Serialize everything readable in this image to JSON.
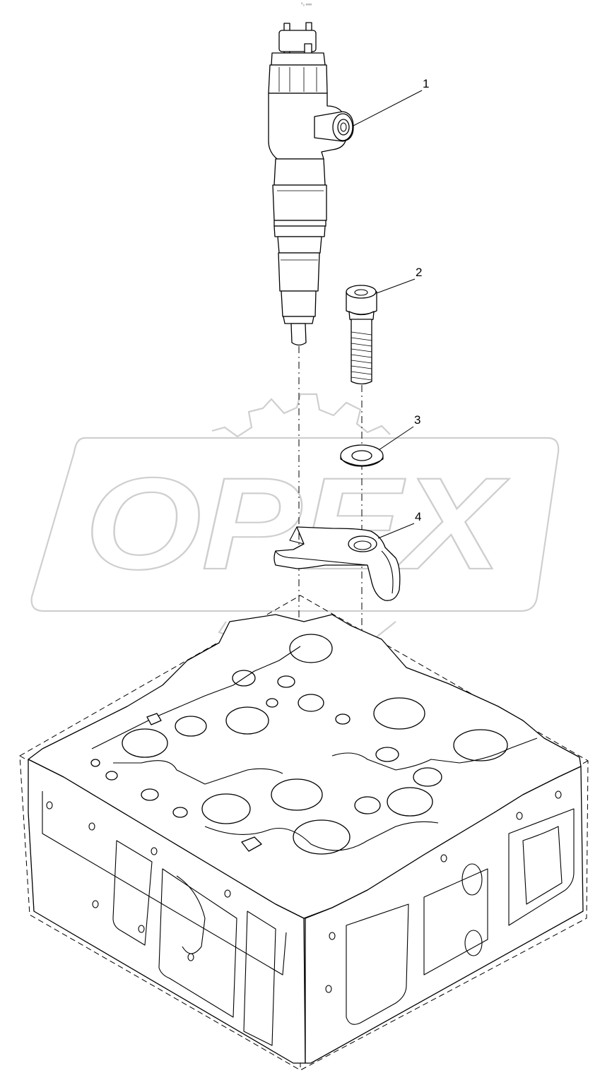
{
  "header": {
    "mark": "⁰₀ ∞∞"
  },
  "watermark": {
    "text": "OPEX"
  },
  "callouts": [
    {
      "id": "1",
      "label": "1"
    },
    {
      "id": "2",
      "label": "2"
    },
    {
      "id": "3",
      "label": "3"
    },
    {
      "id": "4",
      "label": "4"
    }
  ],
  "icons": [
    "injector",
    "bolt",
    "washer",
    "clamp",
    "cylinder-head"
  ],
  "colors": {
    "line": "#000000",
    "watermark": "#cfcfcf",
    "background": "#ffffff"
  }
}
